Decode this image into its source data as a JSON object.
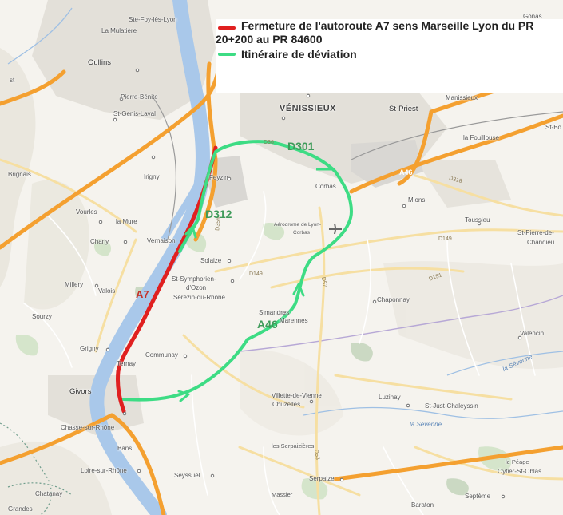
{
  "legend": {
    "items": [
      {
        "label": "Fermeture de l'autoroute A7 sens Marseille Lyon du PR",
        "label_line2": "20+200 au PR 84600",
        "color": "#e02020"
      },
      {
        "label": "Itinéraire de déviation",
        "color": "#3ddc84"
      }
    ]
  },
  "route_labels": {
    "a7": "A7",
    "d301": "D301",
    "d312": "D312",
    "a46": "A46"
  },
  "colors": {
    "closure": "#e02020",
    "detour": "#3ddc84",
    "motorway": "#f4a030",
    "river": "#a9c8ea",
    "land": "#f5f3ee",
    "urban": "#e4e1da"
  },
  "places": {
    "ste_foy": "Ste-Foy-lès-Lyon",
    "mulatiere": "La Mulatière",
    "oullins": "Oullins",
    "pierre_benite": "Pierre-Bénite",
    "st_genis": "St-Genis-Laval",
    "brignais": "Brignais",
    "irigny": "Irigny",
    "vourles": "Vourles",
    "la_mure": "la Mure",
    "charly": "Charly",
    "vernaison": "Vernaison",
    "millery": "Millery",
    "valois": "Valois",
    "grigny": "Grigny",
    "givors": "Givors",
    "chasse": "Chasse-sur-Rhône",
    "bans": "Bans",
    "loire": "Loire-sur-Rhône",
    "chatanay": "Chatanay",
    "grandes": "Grandes",
    "sourzy": "Sourzy",
    "venissieux": "VÉNISSIEUX",
    "st_priest": "St-Priest",
    "manissieux": "Manissieux",
    "fouillouse": "la Fouillouse",
    "corbas": "Corbas",
    "mions": "Mions",
    "toussieu": "Toussieu",
    "st_pierre": "St-Pierre-de-",
    "chandieu": "Chandieu",
    "aerodrome": "Aérodrome de Lyon-",
    "aerodrome2": "Corbas",
    "feyzin": "Feyzin",
    "solaize": "Solaize",
    "st_symph": "St-Symphorien-",
    "ozon": "d'Ozon",
    "serezin": "Sérézin-du-Rhône",
    "simandres": "Simandres",
    "marennes": "Marennes",
    "chaponnay": "Chaponnay",
    "communay": "Communay",
    "ternay": "Ternay",
    "villette": "Villette-de-Vienne",
    "chuzelles": "Chuzelles",
    "luzinay": "Luzinay",
    "st_just": "St-Just-Chaleyssin",
    "valencin": "Valencin",
    "serpaizieres": "les Serpaizières",
    "seyssuel": "Seyssuel",
    "serpaize": "Serpaize",
    "massier": "Massier",
    "baraton": "Baraton",
    "peage": "le Péage",
    "oytier": "Oytier-St-Oblas",
    "septeme": "Septème",
    "st_bo": "St-Bo",
    "gonas": "Gonas",
    "ecst": "st"
  },
  "roads": {
    "d149a": "D149",
    "d149b": "D149",
    "d151": "D151",
    "d318": "D318",
    "d36": "D36",
    "d57": "D57",
    "d53": "D53",
    "d358": "D358",
    "a46n": "A46"
  },
  "rivers": {
    "sevenne": "la Sévenne",
    "sevenne2": "la Sévenne"
  }
}
